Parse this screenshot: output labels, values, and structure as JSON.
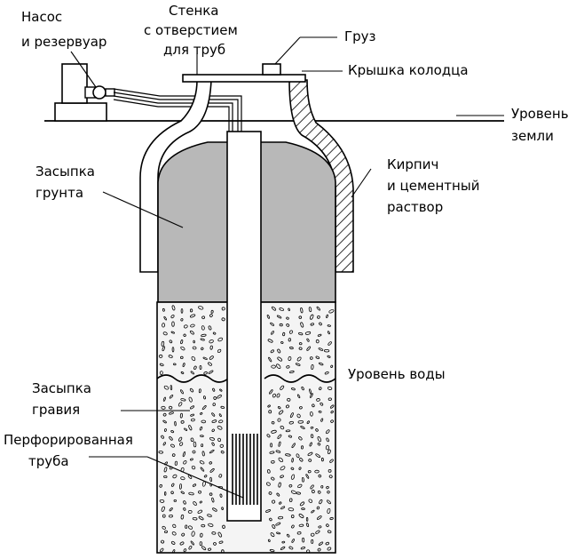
{
  "labels": {
    "pump_line1": "Насос",
    "pump_line2": "и резервуар",
    "wall_line1": "Стенка",
    "wall_line2": "с отверстием",
    "wall_line3": "для труб",
    "weight": "Груз",
    "lid": "Крышка колодца",
    "ground_line1": "Уровень",
    "ground_line2": "земли",
    "backfill_line1": "Засыпка",
    "backfill_line2": "грунта",
    "brick_line1": "Кирпич",
    "brick_line2": "и цементный",
    "brick_line3": "раствор",
    "water_level": "Уровень воды",
    "gravel_line1": "Засыпка",
    "gravel_line2": "гравия",
    "pipe_line1": "Перфорированная",
    "pipe_line2": "труба"
  },
  "colors": {
    "soil_fill": "#b8b8b8",
    "gravel_fill": "#f4f4f4",
    "line": "#000000",
    "background": "#ffffff"
  }
}
